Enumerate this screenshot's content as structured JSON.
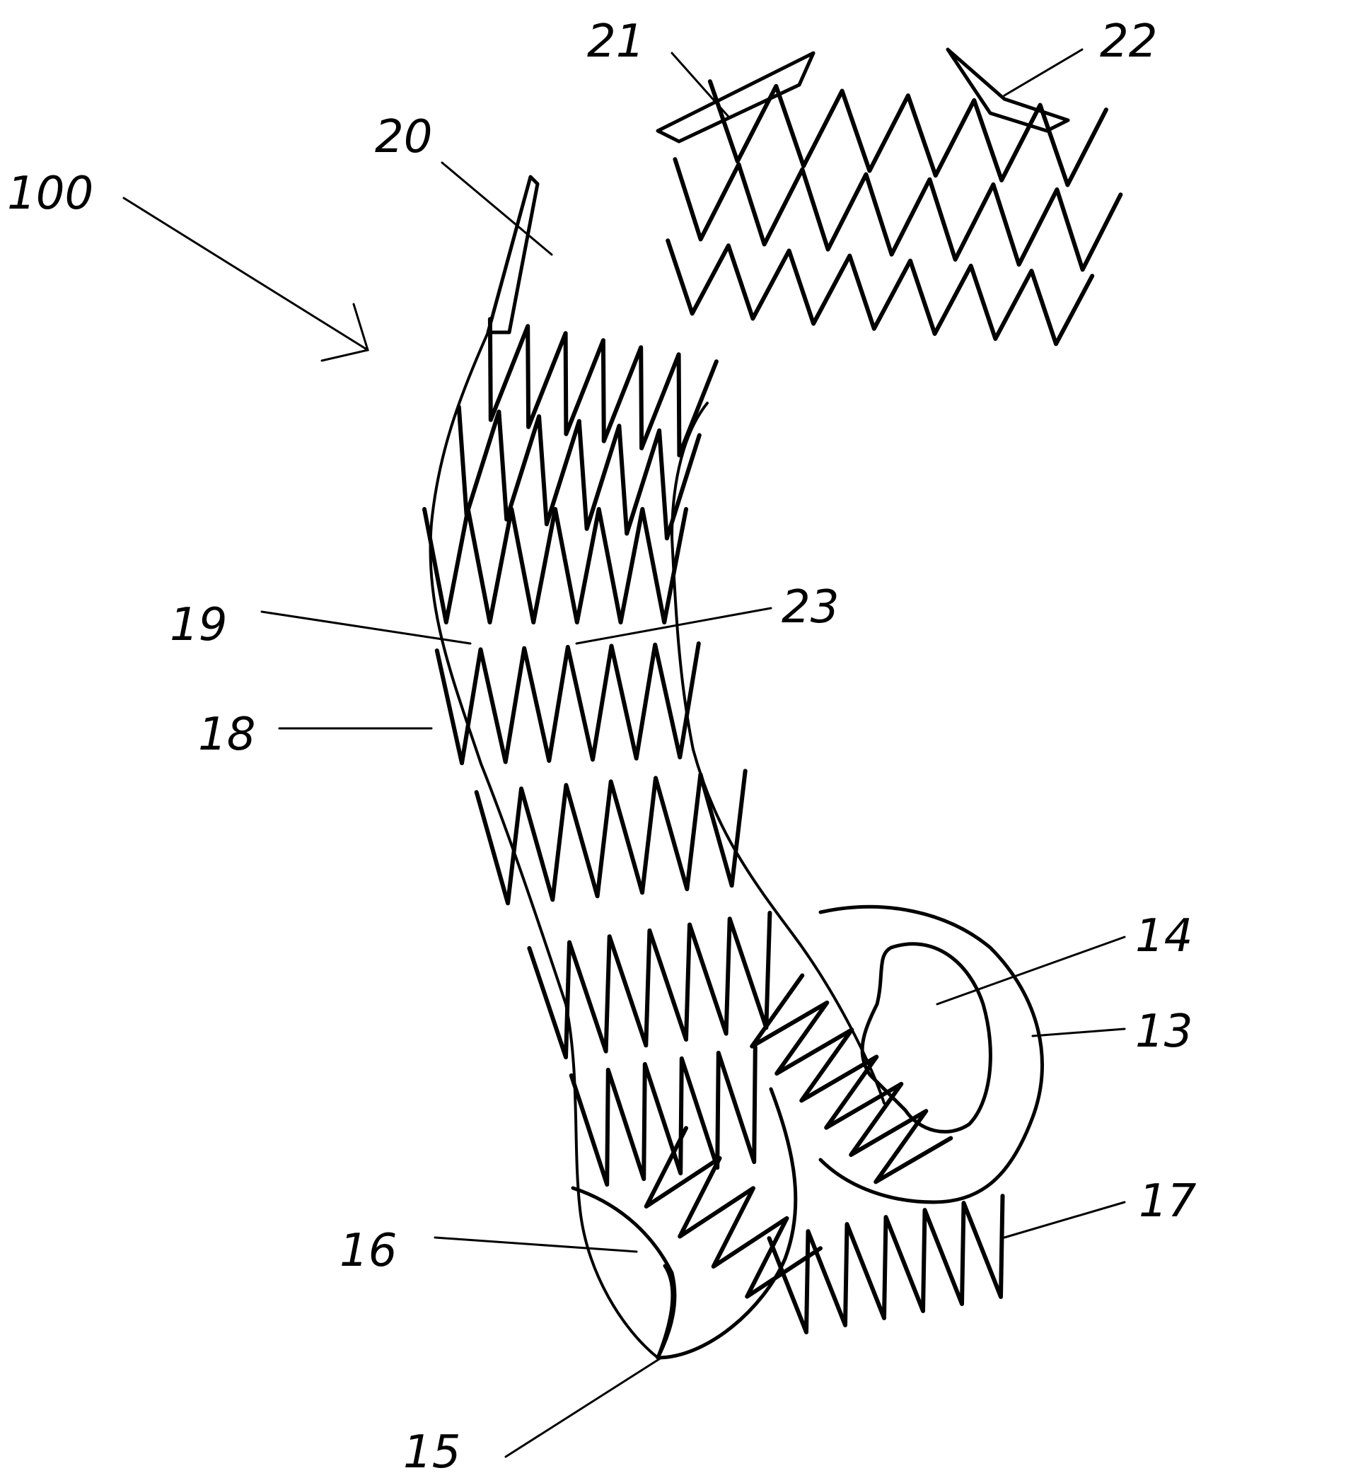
{
  "figure": {
    "stroke_color": "#000000",
    "background": "#ffffff",
    "reference_numerals": [
      "100",
      "20",
      "21",
      "22",
      "23",
      "19",
      "18",
      "14",
      "13",
      "17",
      "16",
      "15"
    ]
  },
  "labels": {
    "n100": "100",
    "n20": "20",
    "n21": "21",
    "n22": "22",
    "n23": "23",
    "n19": "19",
    "n18": "18",
    "n14": "14",
    "n13": "13",
    "n17": "17",
    "n16": "16",
    "n15": "15"
  }
}
